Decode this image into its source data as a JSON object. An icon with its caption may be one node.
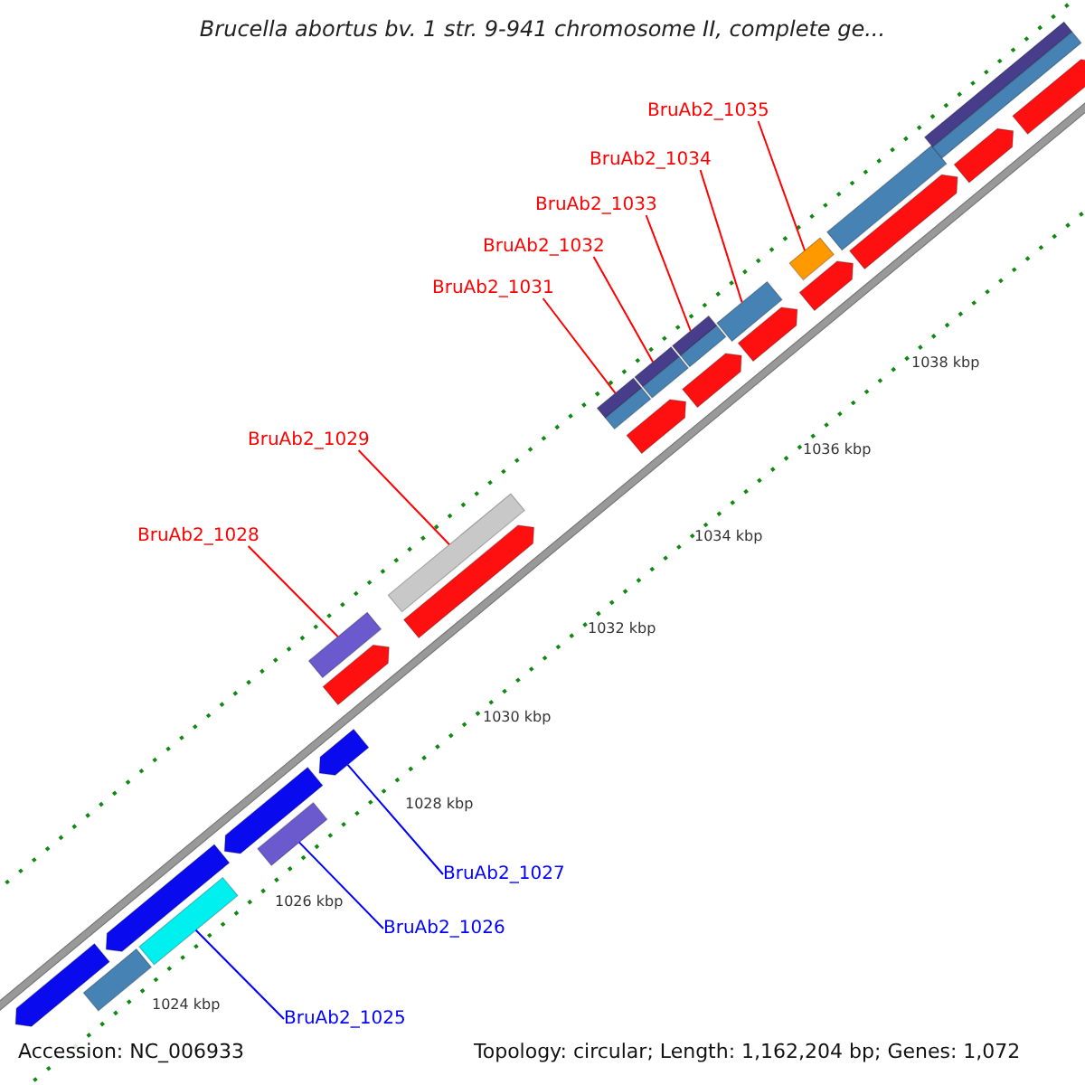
{
  "diagram": {
    "title": "Brucella abortus bv. 1 str. 9-941 chromosome II, complete ge...",
    "nodes": [
      {
        "text": [
          "BruAb2_1035"
        ]
      },
      {
        "text": [
          "BruAb2_1034"
        ]
      },
      {
        "text": [
          "BruAb2_1033"
        ]
      },
      {
        "text": [
          "BruAb2_1032"
        ]
      },
      {
        "text": [
          "BruAb2_1031"
        ]
      },
      {
        "text": [
          "BruAb2_1029"
        ]
      },
      {
        "text": [
          "BruAb2_1028"
        ]
      },
      {
        "text": [
          "BruAb2_1027"
        ]
      },
      {
        "text": [
          "BruAb2_1026"
        ]
      },
      {
        "text": [
          "BruAb2_1025"
        ]
      },
      {
        "text": [],
        "shape": "bar"
      },
      {
        "text": [],
        "shape": "bar"
      },
      {
        "text": [],
        "shape": "bar"
      },
      {
        "text": [],
        "shape": "bar"
      },
      {
        "text": [],
        "shape": "bar"
      },
      {
        "text": [],
        "shape": "bar"
      },
      {
        "text": [],
        "shape": "bar"
      },
      {
        "text": [],
        "shape": "bar"
      },
      {
        "text": [],
        "shape": "bar"
      },
      {
        "text": [],
        "shape": "bar"
      },
      {
        "text": [],
        "shape": "bar"
      },
      {
        "text": [],
        "shape": "bar"
      },
      {
        "text": [],
        "shape": "bar"
      },
      {
        "text": [],
        "shape": "bar"
      },
      {
        "text": [],
        "shape": "bar"
      },
      {
        "text": [],
        "shape": "bar"
      },
      {
        "text": [],
        "shape": "bar"
      },
      {
        "text": [],
        "shape": "bar"
      },
      {
        "text": [],
        "shape": "bar"
      },
      {
        "text": [],
        "shape": "bar"
      },
      {
        "text": [],
        "shape": "bar"
      },
      {
        "text": [],
        "shape": "bar"
      },
      {
        "text": [],
        "shape": "bar"
      },
      {
        "text": [],
        "shape": "bar"
      },
      {
        "text": [],
        "shape": "bar"
      }
    ],
    "edges": [
      {
        "from": 0,
        "to": 29,
        "arrow": "none",
        "color": "#ff0000"
      },
      {
        "from": 1,
        "to": 26,
        "arrow": "none",
        "color": "#ff0000"
      },
      {
        "from": 2,
        "to": 25,
        "arrow": "none",
        "color": "#ff0000"
      },
      {
        "from": 3,
        "to": 23,
        "arrow": "none",
        "color": "#ff0000"
      },
      {
        "from": 4,
        "to": 21,
        "arrow": "none",
        "color": "#ff0000"
      },
      {
        "from": 5,
        "to": 20,
        "arrow": "none",
        "color": "#ff0000"
      },
      {
        "from": 6,
        "to": 18,
        "arrow": "none",
        "color": "#ff0000"
      },
      {
        "from": 7,
        "to": 16,
        "arrow": "none",
        "color": "#0000ff"
      },
      {
        "from": 8,
        "to": 15,
        "arrow": "none",
        "color": "#0000ff"
      },
      {
        "from": 9,
        "to": 13,
        "arrow": "none",
        "color": "#0000ff"
      }
    ],
    "labels": [
      "1038 kbp",
      "1036 kbp",
      "1034 kbp",
      "1032 kbp",
      "1030 kbp",
      "1028 kbp",
      "1026 kbp",
      "1024 kbp",
      "Accession: NC_006933",
      "Topology: circular; Length: 1,162,204 bp; Genes: 1,072"
    ]
  }
}
